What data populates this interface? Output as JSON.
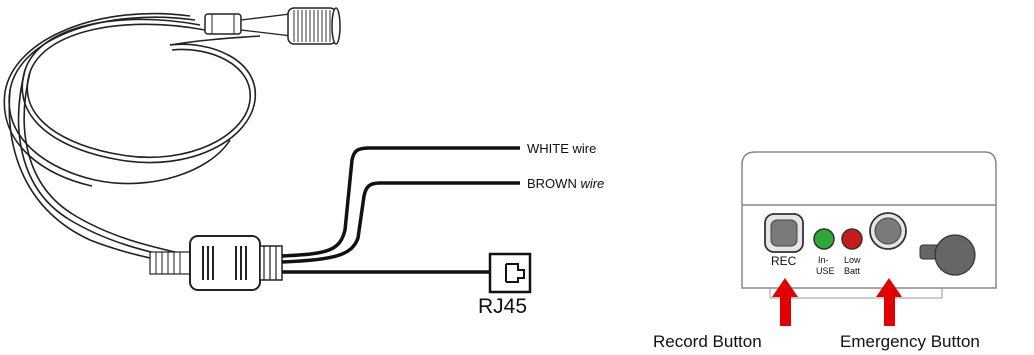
{
  "cable": {
    "white_wire_label": "WHITE ",
    "white_wire_suffix": "wire",
    "brown_wire_label": "BROWN ",
    "brown_wire_suffix": "wire",
    "connector_label": "RJ45"
  },
  "device": {
    "rec_label": "REC",
    "inuse_label_line1": "In-",
    "inuse_label_line2": "USE",
    "lowbatt_label_line1": "Low",
    "lowbatt_label_line2": "Batt",
    "inuse_led_color": "#2fa83a",
    "lowbatt_led_color": "#c91b1b"
  },
  "callouts": {
    "record_button_label": "Record Button",
    "emergency_button_label": "Emergency Button",
    "arrow_color": "#e00000"
  }
}
